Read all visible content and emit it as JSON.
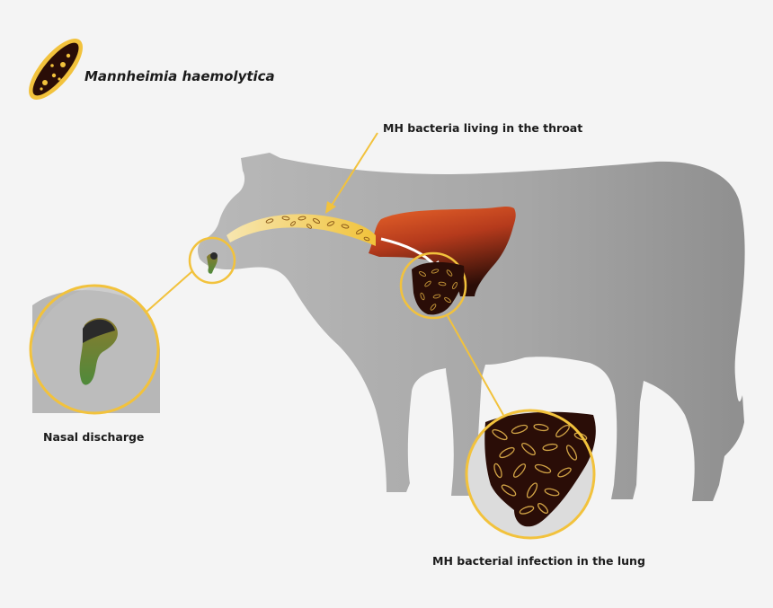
{
  "title": "Mannheimia haemolytica",
  "labels": {
    "throat": "MH bacteria living in the throat",
    "nasal": "Nasal discharge",
    "lung": "MH bacterial infection in the lung"
  },
  "colors": {
    "background": "#f4f4f4",
    "cow_body": "#a8a8a8",
    "accent_yellow": "#f2c23c",
    "lung_orange": "#e0612a",
    "lung_dark": "#2a0d07",
    "nasal_green": "#5c8a3a"
  }
}
